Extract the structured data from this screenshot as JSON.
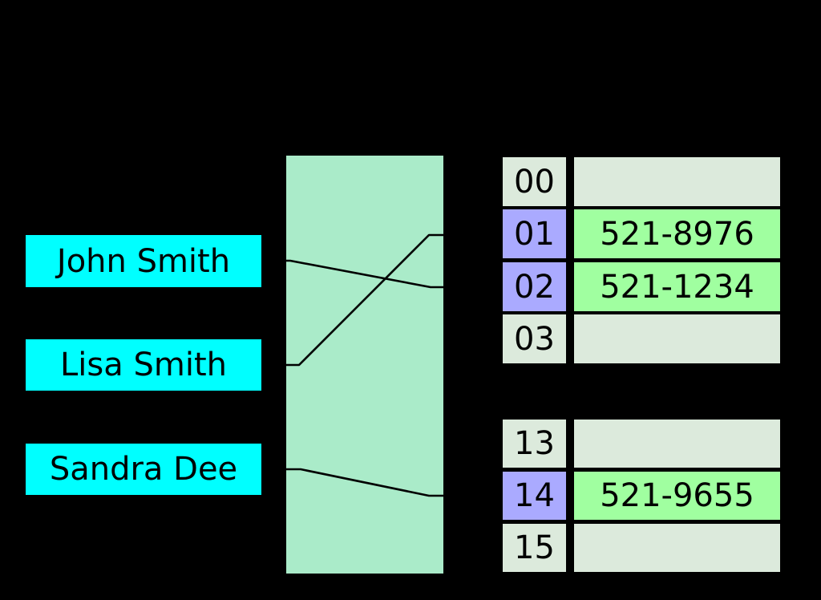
{
  "keys": {
    "items": [
      {
        "label": "John Smith"
      },
      {
        "label": "Lisa Smith"
      },
      {
        "label": "Sandra Dee"
      }
    ]
  },
  "buckets": {
    "top_rows": [
      {
        "index": "00",
        "value": "",
        "highlighted": false
      },
      {
        "index": "01",
        "value": "521-8976",
        "highlighted": true
      },
      {
        "index": "02",
        "value": "521-1234",
        "highlighted": true
      },
      {
        "index": "03",
        "value": "",
        "highlighted": false
      }
    ],
    "bottom_rows": [
      {
        "index": "13",
        "value": "",
        "highlighted": false
      },
      {
        "index": "14",
        "value": "521-9655",
        "highlighted": true
      },
      {
        "index": "15",
        "value": "",
        "highlighted": false
      }
    ]
  },
  "mappings": [
    {
      "key": "John Smith",
      "bucket": "02"
    },
    {
      "key": "Lisa Smith",
      "bucket": "01"
    },
    {
      "key": "Sandra Dee",
      "bucket": "14"
    }
  ],
  "colors": {
    "background": "#000000",
    "key_fill": "#00FFFF",
    "function_fill": "#AAEBC9",
    "cell_fill": "#DCEADC",
    "index_highlight_fill": "#AAAAFF",
    "value_highlight_fill": "#A0FFA0",
    "line_color": "#000000",
    "text_color": "#000000"
  }
}
